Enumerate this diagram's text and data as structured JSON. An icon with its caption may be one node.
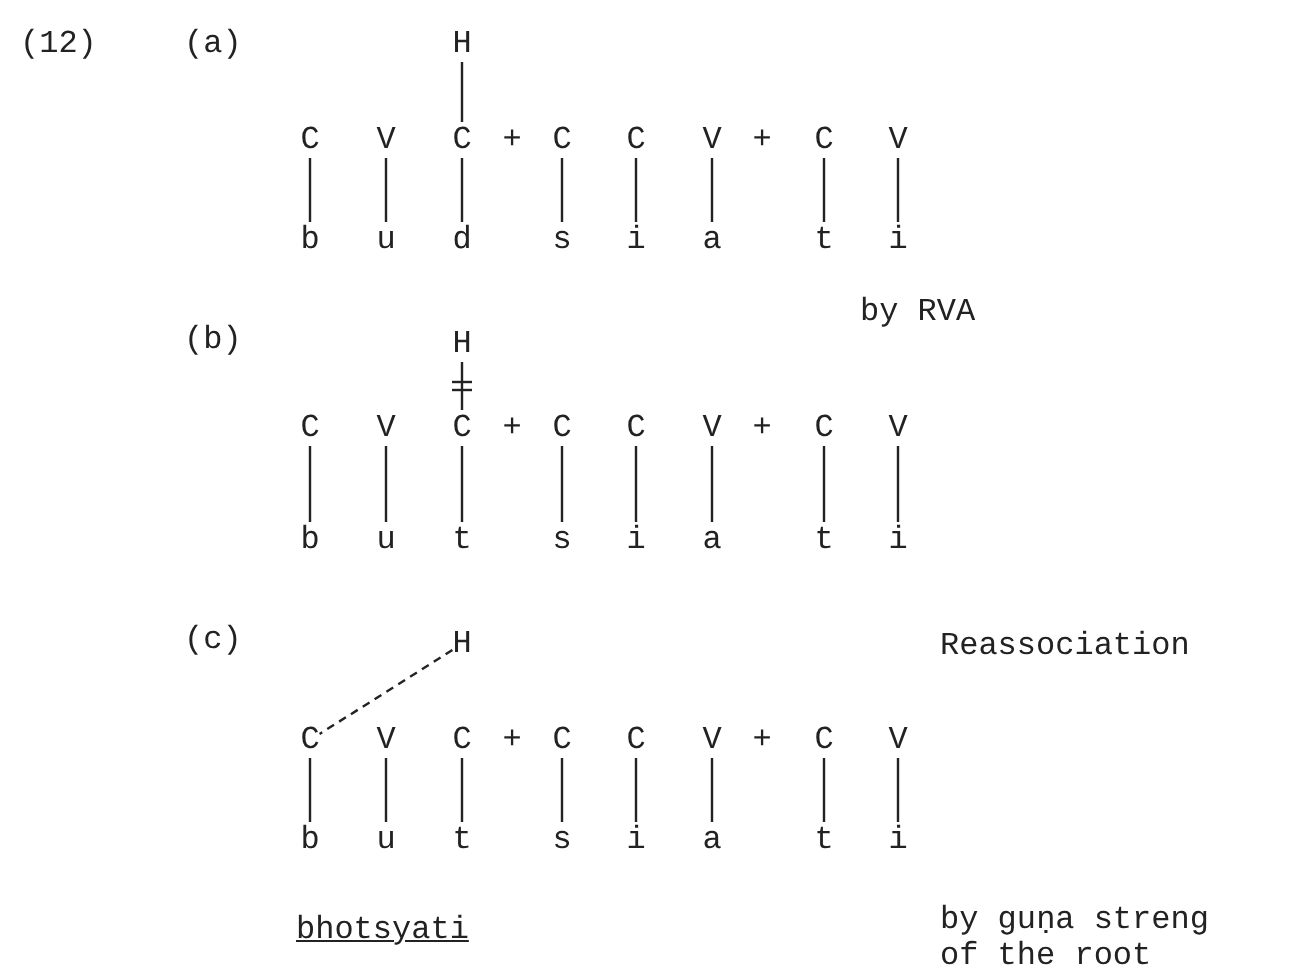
{
  "diagram": {
    "nodes": [
      {
        "text": [
          "H"
        ]
      },
      {
        "text": [
          "C"
        ]
      },
      {
        "text": [
          "V"
        ]
      },
      {
        "text": [
          "C"
        ]
      },
      {
        "text": [
          "C"
        ]
      },
      {
        "text": [
          "C"
        ]
      },
      {
        "text": [
          "V"
        ]
      },
      {
        "text": [
          "C"
        ]
      },
      {
        "text": [
          "V"
        ]
      },
      {
        "text": [
          "b"
        ]
      },
      {
        "text": [
          "u"
        ]
      },
      {
        "text": [
          "d"
        ]
      },
      {
        "text": [
          "s"
        ]
      },
      {
        "text": [
          "i"
        ]
      },
      {
        "text": [
          "a"
        ]
      },
      {
        "text": [
          "t"
        ]
      },
      {
        "text": [
          "i"
        ]
      },
      {
        "text": [
          "H"
        ]
      },
      {
        "text": [
          "C"
        ]
      },
      {
        "text": [
          "V"
        ]
      },
      {
        "text": [
          "C"
        ]
      },
      {
        "text": [
          "C"
        ]
      },
      {
        "text": [
          "C"
        ]
      },
      {
        "text": [
          "V"
        ]
      },
      {
        "text": [
          "C"
        ]
      },
      {
        "text": [
          "V"
        ]
      },
      {
        "text": [
          "b"
        ]
      },
      {
        "text": [
          "u"
        ]
      },
      {
        "text": [
          "t"
        ]
      },
      {
        "text": [
          "s"
        ]
      },
      {
        "text": [
          "i"
        ]
      },
      {
        "text": [
          "a"
        ]
      },
      {
        "text": [
          "t"
        ]
      },
      {
        "text": [
          "i"
        ]
      },
      {
        "text": [
          "H"
        ]
      },
      {
        "text": [
          "C"
        ]
      },
      {
        "text": [
          "V"
        ]
      },
      {
        "text": [
          "C"
        ]
      },
      {
        "text": [
          "C"
        ]
      },
      {
        "text": [
          "C"
        ]
      },
      {
        "text": [
          "V"
        ]
      },
      {
        "text": [
          "C"
        ]
      },
      {
        "text": [
          "V"
        ]
      },
      {
        "text": [
          "b"
        ]
      },
      {
        "text": [
          "u"
        ]
      },
      {
        "text": [
          "t"
        ]
      },
      {
        "text": [
          "s"
        ]
      },
      {
        "text": [
          "i"
        ]
      },
      {
        "text": [
          "a"
        ]
      },
      {
        "text": [
          "t"
        ]
      },
      {
        "text": [
          "i"
        ]
      }
    ],
    "edges": [
      {
        "from": 0,
        "to": 3,
        "arrow": "none"
      },
      {
        "from": 1,
        "to": 9,
        "arrow": "none"
      },
      {
        "from": 2,
        "to": 10,
        "arrow": "none"
      },
      {
        "from": 3,
        "to": 11,
        "arrow": "none"
      },
      {
        "from": 4,
        "to": 12,
        "arrow": "none"
      },
      {
        "from": 5,
        "to": 13,
        "arrow": "none"
      },
      {
        "from": 6,
        "to": 14,
        "arrow": "none"
      },
      {
        "from": 7,
        "to": 15,
        "arrow": "none"
      },
      {
        "from": 8,
        "to": 16,
        "arrow": "none"
      },
      {
        "from": 17,
        "to": 20,
        "arrow": "none"
      },
      {
        "from": 18,
        "to": 26,
        "arrow": "none"
      },
      {
        "from": 19,
        "to": 27,
        "arrow": "none"
      },
      {
        "from": 20,
        "to": 28,
        "arrow": "none"
      },
      {
        "from": 21,
        "to": 29,
        "arrow": "none"
      },
      {
        "from": 22,
        "to": 30,
        "arrow": "none"
      },
      {
        "from": 23,
        "to": 31,
        "arrow": "none"
      },
      {
        "from": 24,
        "to": 32,
        "arrow": "none"
      },
      {
        "from": 25,
        "to": 33,
        "arrow": "none"
      },
      {
        "from": 34,
        "to": 35,
        "arrow": "none",
        "style": "dashed"
      },
      {
        "from": 35,
        "to": 43,
        "arrow": "none"
      },
      {
        "from": 36,
        "to": 44,
        "arrow": "none"
      },
      {
        "from": 37,
        "to": 45,
        "arrow": "none"
      },
      {
        "from": 38,
        "to": 46,
        "arrow": "none"
      },
      {
        "from": 39,
        "to": 47,
        "arrow": "none"
      },
      {
        "from": 40,
        "to": 48,
        "arrow": "none"
      },
      {
        "from": 41,
        "to": 49,
        "arrow": "none"
      },
      {
        "from": 42,
        "to": 50,
        "arrow": "none"
      }
    ],
    "labels": [
      "(12)",
      "(a)",
      "+",
      "+",
      "(b)",
      "by RVA",
      "+",
      "+",
      "(c)",
      "Reassociation",
      "+",
      "+",
      "bhotsyati",
      "by guṇa streng",
      "of the root"
    ]
  }
}
